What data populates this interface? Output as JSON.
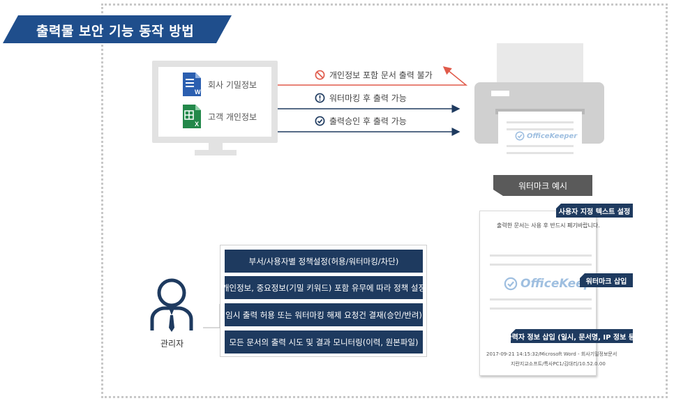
{
  "title": "출력물 보안 기능 동작 방법",
  "documents": [
    {
      "label": "회사 기밀정보",
      "icon": "word-document-icon"
    },
    {
      "label": "고객 개인정보",
      "icon": "excel-document-icon"
    }
  ],
  "flows": [
    {
      "label": "개인정보 포함 문서 출력 불가",
      "icon": "prohibited-icon"
    },
    {
      "label": "워터마킹 후 출력 가능",
      "icon": "exclamation-circle-icon"
    },
    {
      "label": "출력승인 후 출력 가능",
      "icon": "check-circle-icon"
    }
  ],
  "printer_caption": "워터마크 예시",
  "watermark_text": "OfficeKeeper",
  "paper": {
    "header_text": "출력한 문서는 사용 후 반드시 폐기바랍니다.",
    "footer_line1": "2017-09-21 14:15:32/Microsoft Word - 회사기밀정보문서",
    "footer_line2": "지란지교소프트/특사PC1/김대리/10.52.0.00"
  },
  "tags": {
    "custom_text": "사용자 지정 텍스트 설정",
    "watermark_insert": "워터마크 삽입",
    "output_info": "출력자 정보 삽입 (일시, 문서명, IP 정보 등)"
  },
  "admin": {
    "label": "관리자"
  },
  "policies": [
    "부서/사용자별 정책설정(허용/워터마킹/차단)",
    "개인정보, 중요정보(기밀 키워드) 포함 유무에 따라 정책 설정",
    "임시 출력 허용 또는 워터마킹 해제 요청건 결재(승인/반려)",
    "모든 문서의 출력 시도 및 결과 모니터링(이력, 원본파일)"
  ],
  "colors": {
    "navy": "#1e3a5f",
    "banner": "#1f4e8c",
    "blocked": "#e05a4a",
    "allowed": "#1e3a5f"
  }
}
